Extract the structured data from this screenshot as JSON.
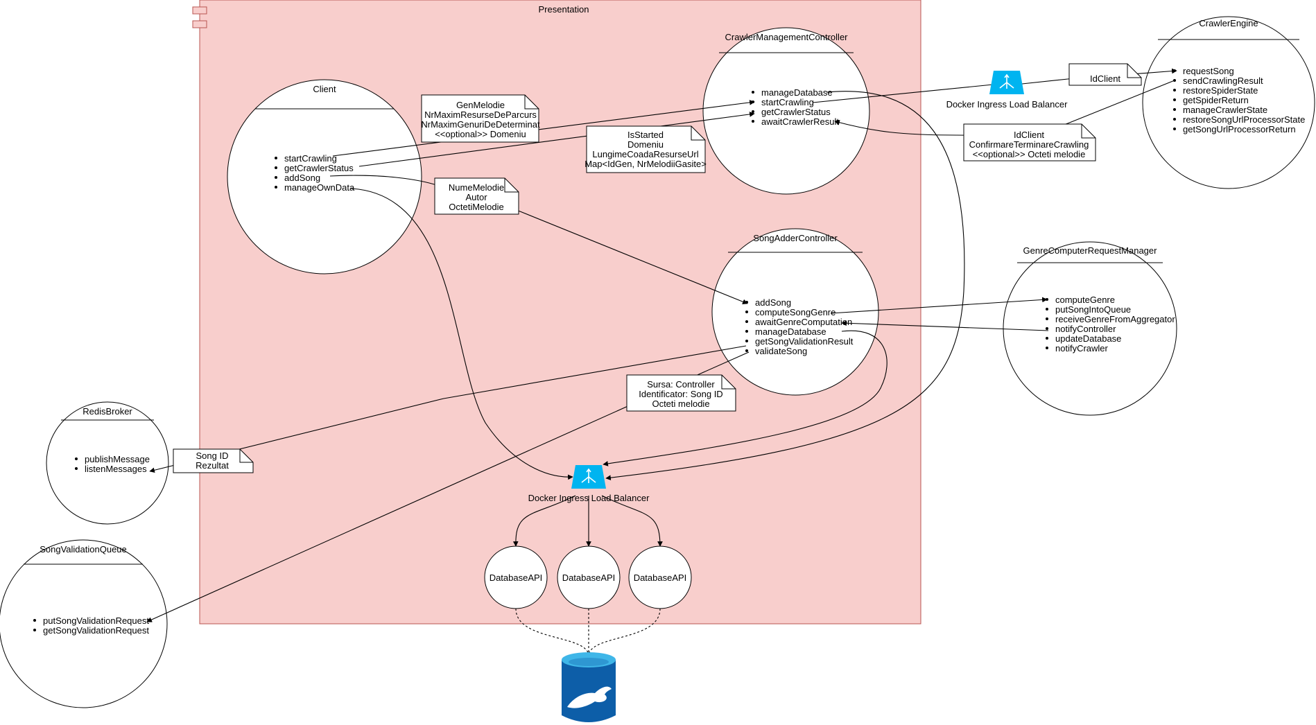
{
  "presentation": {
    "title": "Presentation"
  },
  "client": {
    "title": "Client",
    "items": [
      "startCrawling",
      "getCrawlerStatus",
      "addSong",
      "manageOwnData"
    ]
  },
  "crawler_mgmt": {
    "title": "CrawlerManagementController",
    "items": [
      "manageDatabase",
      "startCrawling",
      "getCrawlerStatus",
      "awaitCrawlerResult"
    ]
  },
  "crawler_engine": {
    "title": "CrawlerEngine",
    "items": [
      "requestSong",
      "sendCrawlingResult",
      "restoreSpiderState",
      "getSpiderReturn",
      "manageCrawlerState",
      "restoreSongUrlProcessorState",
      "getSongUrlProcessorReturn"
    ]
  },
  "song_adder": {
    "title": "SongAdderController",
    "items": [
      "addSong",
      "computeSongGenre",
      "awaitGenreComputation",
      "manageDatabase",
      "getSongValidationResult",
      "validateSong"
    ]
  },
  "genre_manager": {
    "title": "GenreComputerRequestManager",
    "items": [
      "computeGenre",
      "putSongIntoQueue",
      "receiveGenreFromAggregator",
      "notifyController",
      "updateDatabase",
      "notifyCrawler"
    ]
  },
  "redis": {
    "title": "RedisBroker",
    "items": [
      "publishMessage",
      "listenMessages"
    ]
  },
  "validation_queue": {
    "title": "SongValidationQueue",
    "items": [
      "putSongValidationRequest",
      "getSongValidationRequest"
    ]
  },
  "notes": {
    "gen_melodie": [
      "GenMelodie",
      "NrMaximResurseDeParcurs",
      "NrMaximGenuriDeDeterminat",
      "<<optional>> Domeniu"
    ],
    "is_started": [
      "IsStarted",
      "Domeniu",
      "LungimeCoadaResurseUrl",
      "Map<IdGen, NrMelodiiGasite>"
    ],
    "nume_melodie": [
      "NumeMelodie",
      "Autor",
      "OctetiMelodie"
    ],
    "id_client": [
      "IdClient"
    ],
    "confirmare": [
      "IdClient",
      "ConfirmareTerminareCrawling",
      "<<optional>> Octeti melodie"
    ],
    "sursa": [
      "Sursa: Controller",
      "Identificator: Song ID",
      "Octeti melodie"
    ],
    "song_id": [
      "Song ID",
      "Rezultat"
    ]
  },
  "load_balancer_top": {
    "label": "Docker Ingress Load Balancer"
  },
  "load_balancer_mid": {
    "label": "Docker Ingress Load Balancer"
  },
  "database_apis": [
    "DatabaseAPI",
    "DatabaseAPI",
    "DatabaseAPI"
  ],
  "colors": {
    "presentation_fill": "#f8cecc",
    "presentation_stroke": "#b85450",
    "load_balancer": "#00b4f0",
    "database_dark": "#0d5ea8",
    "database_light": "#3fb6e8"
  }
}
